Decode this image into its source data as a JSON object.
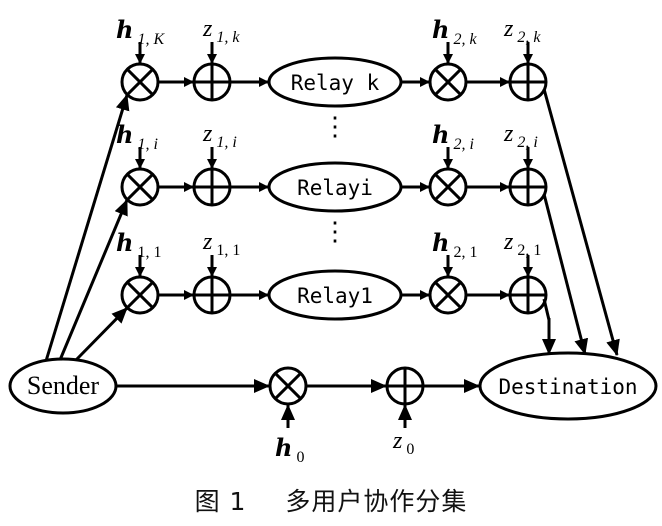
{
  "diagram": {
    "title": "Multi-user cooperative diversity",
    "nodes": {
      "sender": "Sender",
      "destination": "Destination",
      "relays": [
        {
          "id": "k",
          "label": "Relay k",
          "h1_base": "h",
          "h1_sub": "1, K",
          "z1_base": "z",
          "z1_sub": "1, k",
          "h2_base": "h",
          "h2_sub": "2, k",
          "z2_base": "z",
          "z2_sub": "2, k"
        },
        {
          "id": "i",
          "label": "Relayi",
          "h1_base": "h",
          "h1_sub": "1, i",
          "z1_base": "z",
          "z1_sub": "1, i",
          "h2_base": "h",
          "h2_sub": "2, i",
          "z2_base": "z",
          "z2_sub": "2, i"
        },
        {
          "id": "1",
          "label": "Relay1",
          "h1_base": "h",
          "h1_sub": "1, 1",
          "z1_base": "z",
          "z1_sub": "1, 1",
          "h2_base": "h",
          "h2_sub": "2, 1",
          "z2_base": "z",
          "z2_sub": "2, 1"
        }
      ],
      "direct": {
        "h_base": "h",
        "h_sub": "0",
        "z_base": "z",
        "z_sub": "0"
      }
    },
    "ellipsis": "⋮",
    "operators": {
      "multiply": "multiply-operator",
      "add": "add-operator"
    }
  },
  "caption": {
    "figure_number": "图 1",
    "text": "多用户协作分集"
  }
}
